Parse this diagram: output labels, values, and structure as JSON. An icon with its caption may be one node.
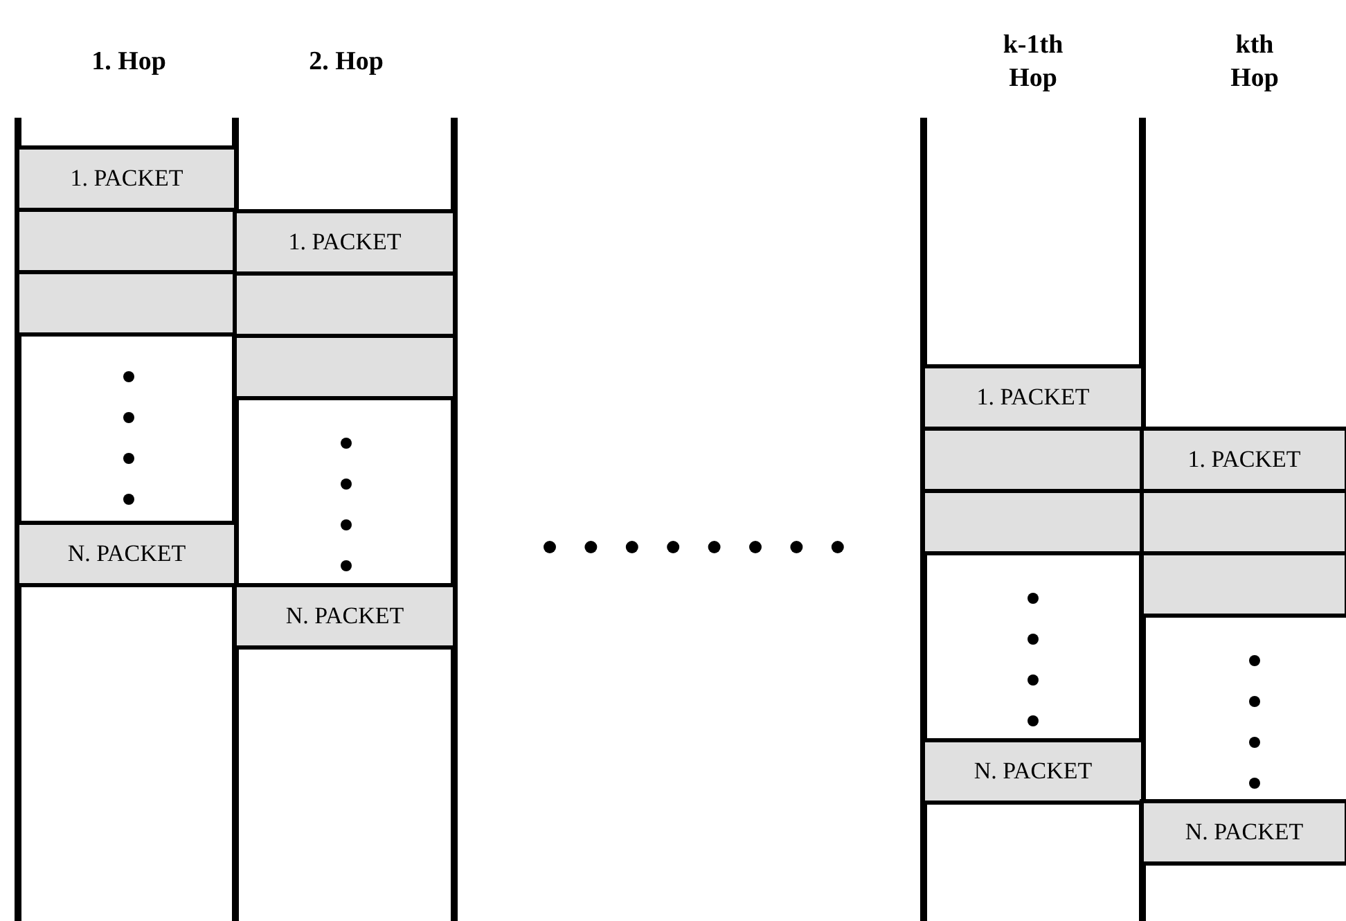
{
  "diagram": {
    "nodes": [
      {
        "text": [
          "1. PACKET"
        ]
      },
      {
        "text": [],
        "shape": "box"
      },
      {
        "text": [],
        "shape": "box"
      },
      {
        "text": [
          "N. PACKET"
        ]
      },
      {
        "text": [
          "1. PACKET"
        ]
      },
      {
        "text": [],
        "shape": "box"
      },
      {
        "text": [],
        "shape": "box"
      },
      {
        "text": [
          "N. PACKET"
        ]
      },
      {
        "text": [
          "1. PACKET"
        ]
      },
      {
        "text": [],
        "shape": "box"
      },
      {
        "text": [],
        "shape": "box"
      },
      {
        "text": [
          "N. PACKET"
        ]
      },
      {
        "text": [
          "1. PACKET"
        ]
      },
      {
        "text": [],
        "shape": "box"
      },
      {
        "text": [],
        "shape": "box"
      },
      {
        "text": [
          "N. PACKET"
        ]
      }
    ],
    "labels": [
      "1. Hop",
      "2. Hop",
      "k-1th Hop",
      "kth Hop"
    ]
  }
}
